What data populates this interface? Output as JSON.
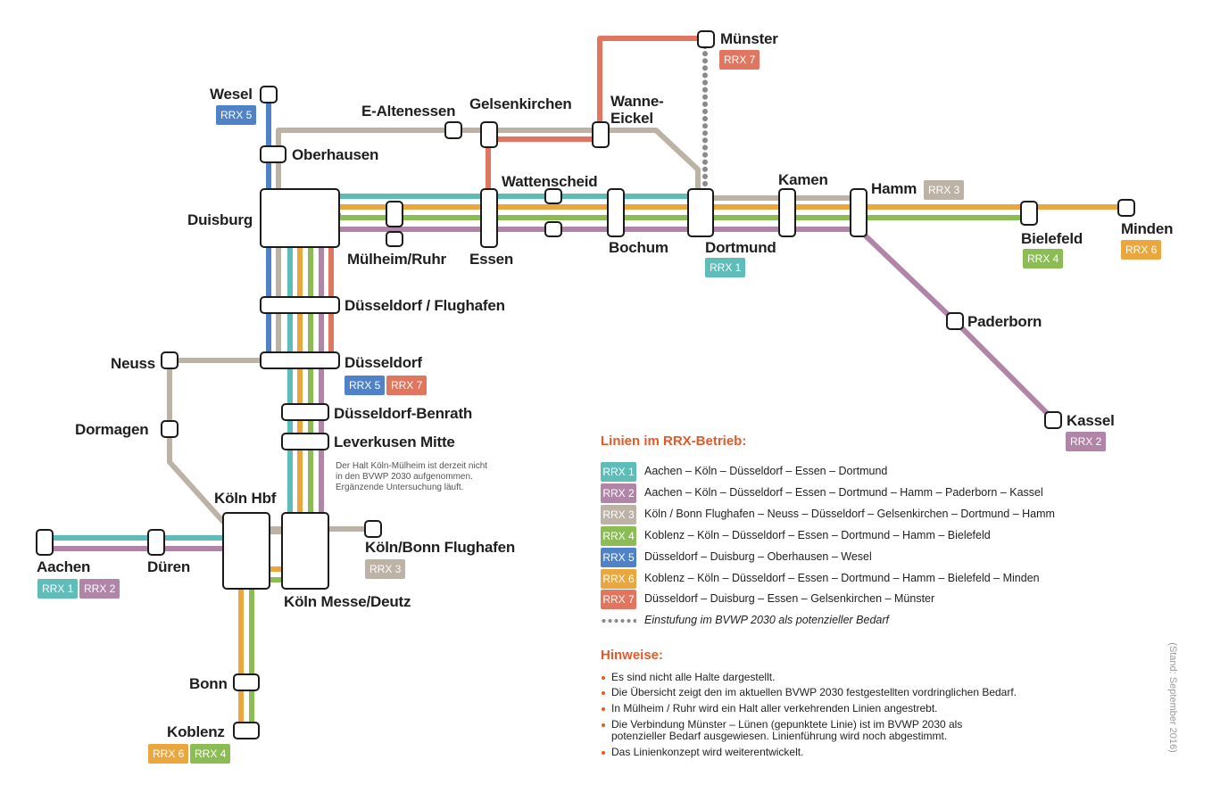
{
  "colors": {
    "rrx1": "#5ebcb9",
    "rrx2": "#b185a8",
    "rrx3": "#bcb2a6",
    "rrx4": "#8cbd54",
    "rrx5": "#4f82c6",
    "rrx6": "#e9a73e",
    "rrx7": "#e0765f",
    "accent": "#e05a2a",
    "dotted": "#8a8a8a"
  },
  "stations": {
    "muenster": "Münster",
    "wesel": "Wesel",
    "e_altenessen": "E-Altenessen",
    "gelsenkirchen": "Gelsenkirchen",
    "wanne_eickel_1": "Wanne-",
    "wanne_eickel_2": "Eickel",
    "oberhausen": "Oberhausen",
    "duisburg": "Duisburg",
    "wattenscheid": "Wattenscheid",
    "kamen": "Kamen",
    "hamm": "Hamm",
    "minden": "Minden",
    "bielefeld": "Bielefeld",
    "muelheim": "Mülheim/Ruhr",
    "essen": "Essen",
    "bochum": "Bochum",
    "dortmund": "Dortmund",
    "duesseldorf_flughafen": "Düsseldorf / Flughafen",
    "paderborn": "Paderborn",
    "neuss": "Neuss",
    "duesseldorf": "Düsseldorf",
    "duesseldorf_benrath": "Düsseldorf-Benrath",
    "leverkusen": "Leverkusen Mitte",
    "kassel": "Kassel",
    "dormagen": "Dormagen",
    "koeln_hbf": "Köln Hbf",
    "koeln_bonn_flughafen": "Köln/Bonn Flughafen",
    "aachen": "Aachen",
    "dueren": "Düren",
    "koeln_messe": "Köln Messe/Deutz",
    "bonn": "Bonn",
    "koblenz": "Koblenz"
  },
  "badges": {
    "rrx1": "RRX 1",
    "rrx2": "RRX 2",
    "rrx3": "RRX 3",
    "rrx4": "RRX 4",
    "rrx5": "RRX 5",
    "rrx6": "RRX 6",
    "rrx7": "RRX 7"
  },
  "note": {
    "line1": "Der Halt Köln-Mülheim ist derzeit nicht",
    "line2": "in den BVWP 2030 aufgenommen.",
    "line3": "Ergänzende Untersuchung läuft."
  },
  "legend": {
    "title": "Linien im RRX-Betrieb:",
    "rows": [
      {
        "badge": "RRX 1",
        "text": "Aachen – Köln – Düsseldorf – Essen – Dortmund"
      },
      {
        "badge": "RRX 2",
        "text": "Aachen – Köln – Düsseldorf – Essen – Dortmund – Hamm – Paderborn – Kassel"
      },
      {
        "badge": "RRX 3",
        "text": "Köln / Bonn Flughafen – Neuss – Düsseldorf – Gelsenkirchen – Dortmund – Hamm"
      },
      {
        "badge": "RRX 4",
        "text": "Koblenz – Köln – Düsseldorf – Essen – Dortmund – Hamm – Bielefeld"
      },
      {
        "badge": "RRX 5",
        "text": "Düsseldorf – Duisburg – Oberhausen – Wesel"
      },
      {
        "badge": "RRX 6",
        "text": "Koblenz – Köln – Düsseldorf – Essen – Dortmund – Hamm – Bielefeld – Minden"
      },
      {
        "badge": "RRX 7",
        "text": "Düsseldorf – Duisburg – Essen – Gelsenkirchen – Münster"
      }
    ],
    "dotted_text": "Einstufung im BVWP 2030 als potenzieller Bedarf"
  },
  "hints": {
    "title": "Hinweise:",
    "items": [
      "Es sind nicht alle Halte dargestellt.",
      "Die Übersicht zeigt den im aktuellen BVWP 2030 festgestellten vordringlichen Bedarf.",
      "In Mülheim / Ruhr wird ein Halt aller verkehrenden Linien angestrebt.",
      "Die Verbindung Münster – Lünen (gepunktete Linie) ist im BVWP 2030 als",
      "potenzieller Bedarf ausgewiesen. Linienführung wird noch abgestimmt.",
      "Das Linienkonzept wird weiterentwickelt."
    ]
  },
  "stand": "(Stand: September 2016)"
}
